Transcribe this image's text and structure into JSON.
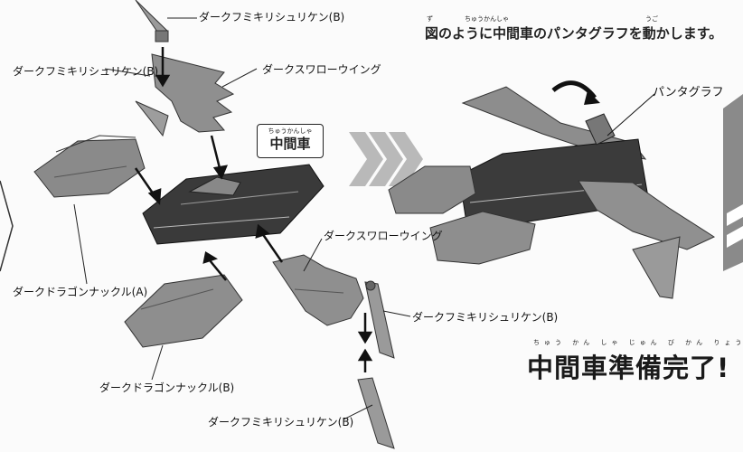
{
  "heading": {
    "text": "図のように中間車のパンタグラフを動かします。",
    "ruby": [
      "ず",
      "ちゅうかんしゃ",
      "うご"
    ]
  },
  "badge": {
    "ruby": "ちゅうかんしゃ",
    "text": "中間車"
  },
  "parts": {
    "shuriken_top": "ダークフミキリシュリケン(B)",
    "shuriken_left": "ダークフミキリシュリケン(B)",
    "swallow_top": "ダークスワローウイング",
    "dragon_a": "ダークドラゴンナックル(A)",
    "swallow_mid": "ダークスワローウイング",
    "shuriken_right": "ダークフミキリシュリケン(B)",
    "dragon_b": "ダークドラゴンナックル(B)",
    "shuriken_bottom": "ダークフミキリシュリケン(B)",
    "pantograph": "パンタグラフ"
  },
  "result": {
    "ruby": "ちゅう かん しゃ じゅん び かん りょう",
    "text": "中間車準備完了!"
  }
}
